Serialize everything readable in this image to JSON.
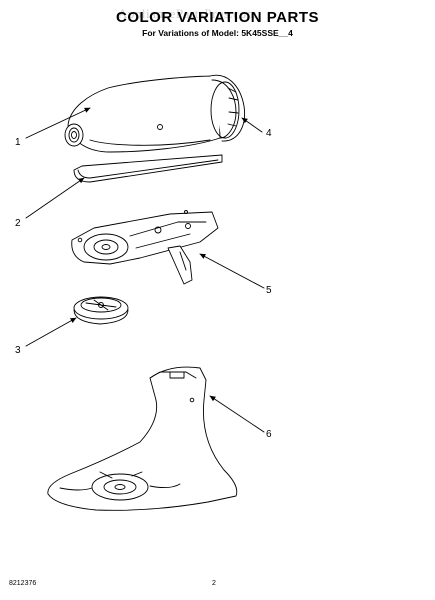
{
  "header": {
    "title": "COLOR VARIATION PARTS",
    "subtitle": "For Variations of Model: 5K45SSE__4",
    "watermark": "AppliancePartsPros.com"
  },
  "callouts": [
    {
      "label": "1"
    },
    {
      "label": "2"
    },
    {
      "label": "3"
    },
    {
      "label": "4"
    },
    {
      "label": "5"
    },
    {
      "label": "6"
    }
  ],
  "footer": {
    "doc_number": "8212376",
    "page_number": "2"
  }
}
